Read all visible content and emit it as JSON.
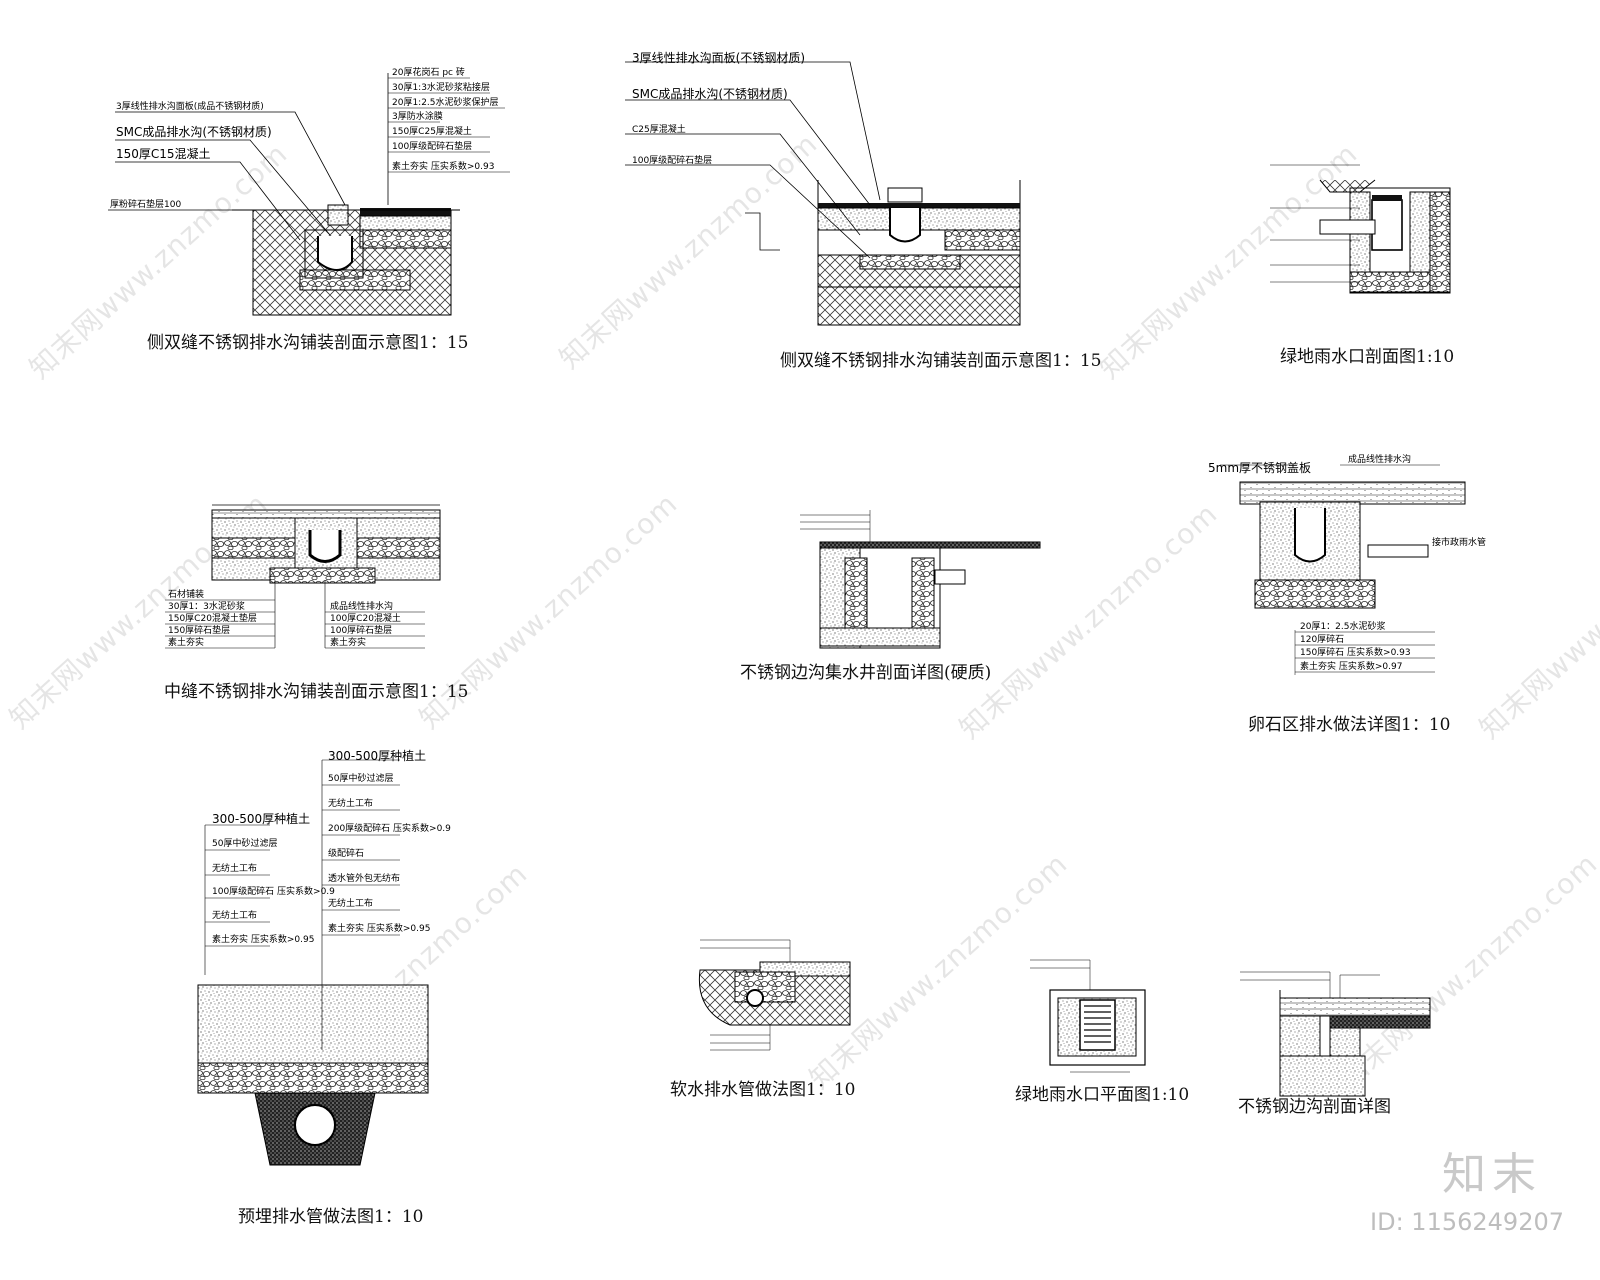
{
  "titles": {
    "d1": "侧双缝不锈钢排水沟铺装剖面示意图1：15",
    "d2": "侧双缝不锈钢排水沟铺装剖面示意图1：15",
    "d3": "绿地雨水口剖面图1:10",
    "d4": "中缝不锈钢排水沟铺装剖面示意图1：15",
    "d5": "不锈钢边沟集水井剖面详图(硬质)",
    "d6": "卵石区排水做法详图1：10",
    "d7": "预埋排水管做法图1：10",
    "d8": "软水排水管做法图1：10",
    "d9": "绿地雨水口平面图1:10",
    "d10": "不锈钢边沟剖面详图"
  },
  "labels": {
    "d1": [
      "3厚线性排水沟面板(成品不锈钢材质)",
      "SMC成品排水沟(不锈钢材质)",
      "150厚C15混凝土",
      "厚粉碎石垫层100",
      "20厚花岗石 pc 砖",
      "30厚1:3水泥砂浆粘接层",
      "20厚1:2.5水泥砂浆保护层",
      "3厚防水涂膜",
      "150厚C25厚混凝土",
      "100厚级配碎石垫层",
      "素土夯实  压实系数>0.93"
    ],
    "d2": [
      "3厚线性排水沟面板(不锈钢材质)",
      "SMC成品排水沟(不锈钢材质)",
      "C25厚混凝土",
      "100厚级配碎石垫层"
    ],
    "d4": [
      "石材铺装",
      "30厚1：3水泥砂浆",
      "150厚C20混凝土垫层",
      "150厚碎石垫层",
      "素土夯实",
      "成品线性排水沟",
      "100厚C20混凝土",
      "100厚碎石垫层",
      "素土夯实"
    ],
    "d6": [
      "5mm厚不锈钢盖板",
      "成品线性排水沟",
      "20厚1：2.5水泥砂浆",
      "120厚碎石",
      "150厚碎石 压实系数>0.93",
      "素土夯实  压实系数>0.97",
      "接市政雨水管"
    ],
    "d7": [
      "300-500厚种植土",
      "50厚中砂过滤层",
      "无纺土工布",
      "100厚级配碎石  压实系数>0.9",
      "无纺土工布",
      "素土夯实  压实系数>0.95",
      "300-500厚种植土",
      "50厚中砂过滤层",
      "无纺土工布",
      "200厚级配碎石  压实系数>0.9",
      "级配碎石",
      "透水管外包无纺布",
      "无纺土工布",
      "素土夯实  压实系数>0.95"
    ]
  },
  "brand": "知末",
  "id_text": "ID: 1156249207",
  "watermark": "知末网www.znzmo.com"
}
